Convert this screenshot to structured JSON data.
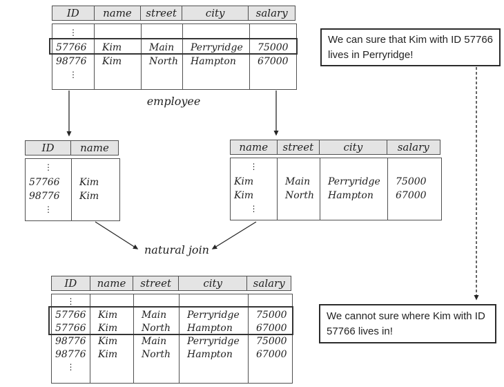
{
  "labels": {
    "employee": "employee",
    "natural_join": "natural join",
    "ellipsis": "⋮"
  },
  "callouts": {
    "top": "We can sure that Kim with ID 57766 lives in Perryridge!",
    "bottom": "We cannot sure where Kim with ID 57766 lives in!"
  },
  "colors": {
    "header_bg": "#e4e4e4",
    "border": "#4f4f4f",
    "text": "#1f1f1f",
    "hl": "#333333"
  },
  "tables": {
    "employee": {
      "headers": [
        "ID",
        "name",
        "street",
        "city",
        "salary"
      ],
      "rows": [
        [
          "57766",
          "Kim",
          "Main",
          "Perryridge",
          "75000"
        ],
        [
          "98776",
          "Kim",
          "North",
          "Hampton",
          "67000"
        ]
      ]
    },
    "id_name": {
      "headers": [
        "ID",
        "name"
      ],
      "rows": [
        [
          "57766",
          "Kim"
        ],
        [
          "98776",
          "Kim"
        ]
      ]
    },
    "name_street_city_salary": {
      "headers": [
        "name",
        "street",
        "city",
        "salary"
      ],
      "rows": [
        [
          "Kim",
          "Main",
          "Perryridge",
          "75000"
        ],
        [
          "Kim",
          "North",
          "Hampton",
          "67000"
        ]
      ]
    },
    "joined": {
      "headers": [
        "ID",
        "name",
        "street",
        "city",
        "salary"
      ],
      "rows": [
        [
          "57766",
          "Kim",
          "Main",
          "Perryridge",
          "75000"
        ],
        [
          "57766",
          "Kim",
          "North",
          "Hampton",
          "67000"
        ],
        [
          "98776",
          "Kim",
          "Main",
          "Perryridge",
          "75000"
        ],
        [
          "98776",
          "Kim",
          "North",
          "Hampton",
          "67000"
        ]
      ]
    }
  }
}
